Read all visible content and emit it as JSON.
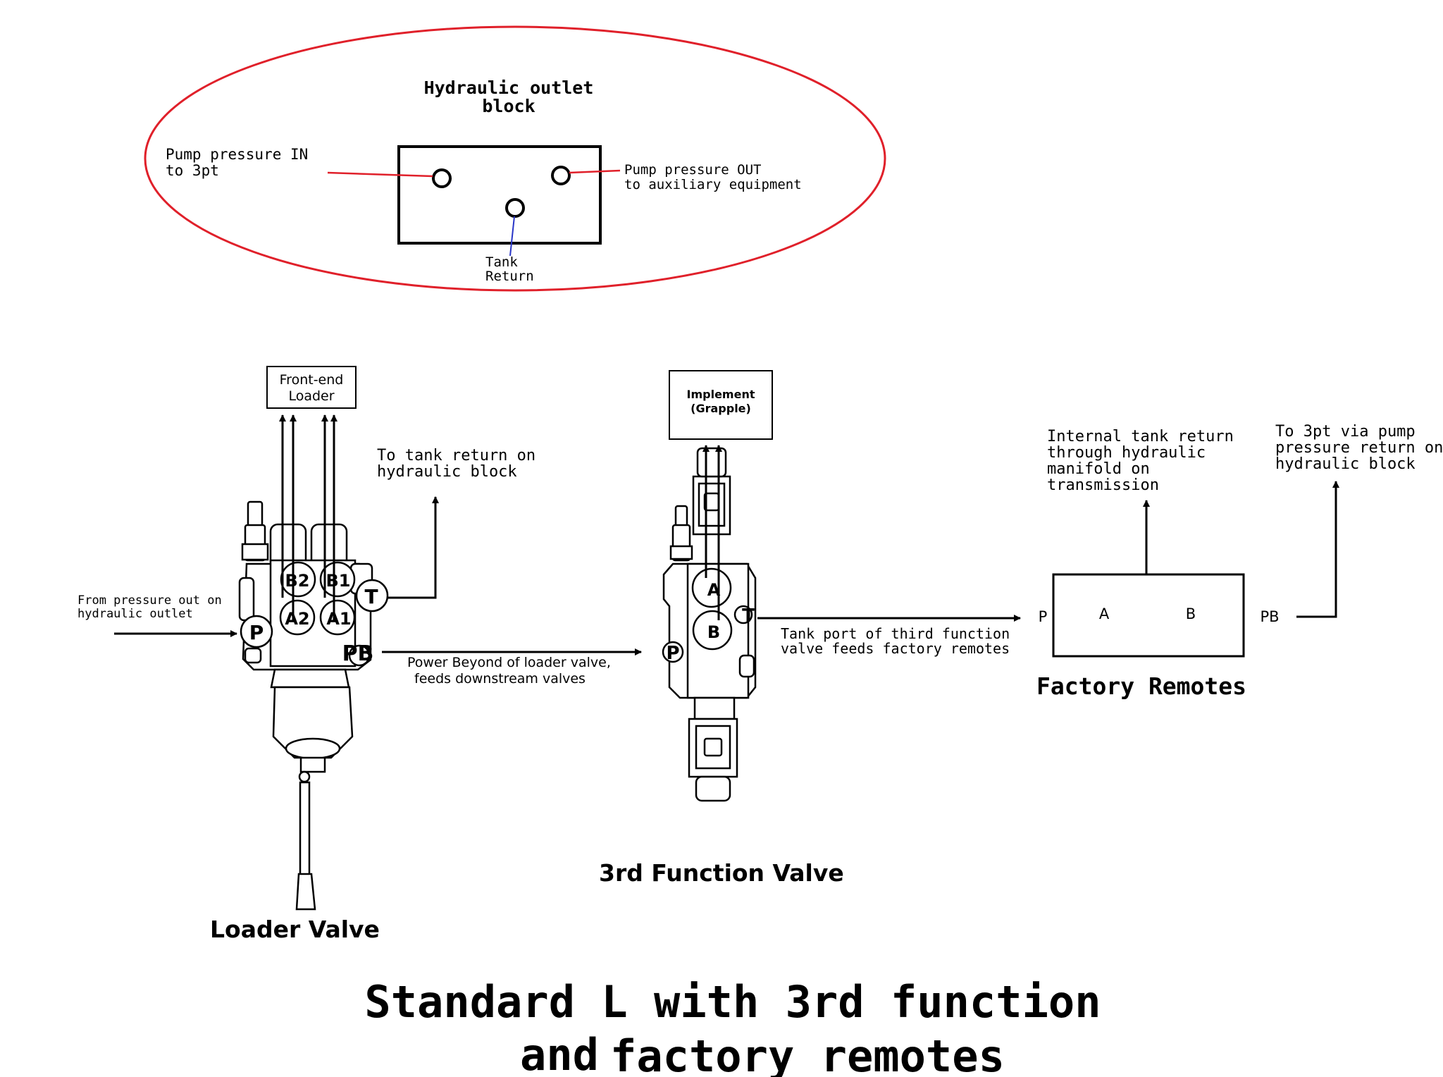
{
  "outlet_block": {
    "title_line1": "Hydraulic outlet",
    "title_line2": "block",
    "pump_in_line1": "Pump pressure IN",
    "pump_in_line2": "to 3pt",
    "pump_out_line1": "Pump pressure OUT",
    "pump_out_line2": "to auxiliary equipment",
    "tank_line1": "Tank",
    "tank_line2": "Return"
  },
  "loader": {
    "box_line1": "Front-end",
    "box_line2": "Loader",
    "tank_note_line1": "To tank return on",
    "tank_note_line2": "hydraulic block",
    "inlet_note_line1": "From pressure out on",
    "inlet_note_line2": "hydraulic outlet",
    "port_b2": "B2",
    "port_b1": "B1",
    "port_a2": "A2",
    "port_a1": "A1",
    "port_t": "T",
    "port_p": "P",
    "port_pb": "PB",
    "pb_note_line1": "Power Beyond of loader valve,",
    "pb_note_line2": "feeds downstream valves",
    "caption": "Loader Valve"
  },
  "third_function": {
    "box_line1": "Implement",
    "box_line2": "(Grapple)",
    "port_a": "A",
    "port_b": "B",
    "port_t": "T",
    "port_p": "P",
    "tank_note_line1": "Tank port of third function",
    "tank_note_line2": "valve feeds factory remotes",
    "caption": "3rd Function Valve"
  },
  "remotes": {
    "port_p": "P",
    "port_a": "A",
    "port_b": "B",
    "port_pb": "PB",
    "internal_line1": "Internal tank return",
    "internal_line2": "through hydraulic",
    "internal_line3": "manifold on",
    "internal_line4": "transmission",
    "to3pt_line1": "To 3pt via pump",
    "to3pt_line2": "pressure return on",
    "to3pt_line3": "hydraulic block",
    "caption": "Factory Remotes"
  },
  "title": {
    "line1": "Standard L with 3rd function",
    "line2_part1": "and",
    "line2_part2": "factory remotes"
  },
  "colors": {
    "ellipse": "#e0202a",
    "leader_red": "#e0202a",
    "leader_blue": "#2a36c8"
  }
}
